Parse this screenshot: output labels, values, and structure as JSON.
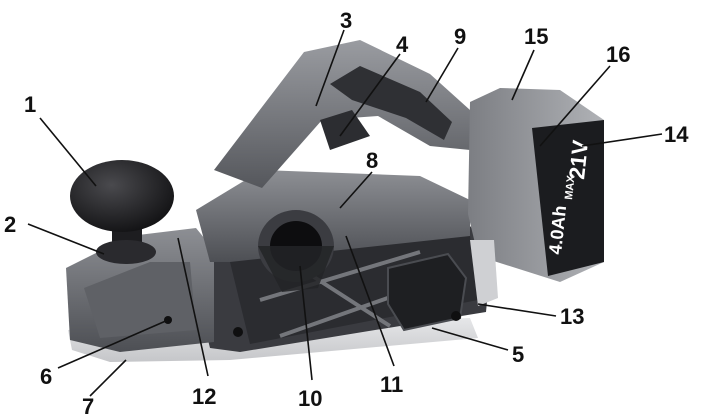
{
  "diagram": {
    "battery_label": {
      "capacity": "4.0Ah",
      "max": "MAX",
      "voltage": "21V"
    },
    "callouts": [
      {
        "id": "1"
      },
      {
        "id": "2"
      },
      {
        "id": "3"
      },
      {
        "id": "4"
      },
      {
        "id": "5"
      },
      {
        "id": "6"
      },
      {
        "id": "7"
      },
      {
        "id": "8"
      },
      {
        "id": "9"
      },
      {
        "id": "10"
      },
      {
        "id": "11"
      },
      {
        "id": "12"
      },
      {
        "id": "13"
      },
      {
        "id": "14"
      },
      {
        "id": "15"
      },
      {
        "id": "16"
      }
    ]
  },
  "colors": {
    "body_dark": "#2e2f33",
    "body_mid": "#6d6f74",
    "body_light": "#a7a9ad",
    "sole": "#d9dadc",
    "knob": "#1b1b1d",
    "text": "#111111"
  }
}
